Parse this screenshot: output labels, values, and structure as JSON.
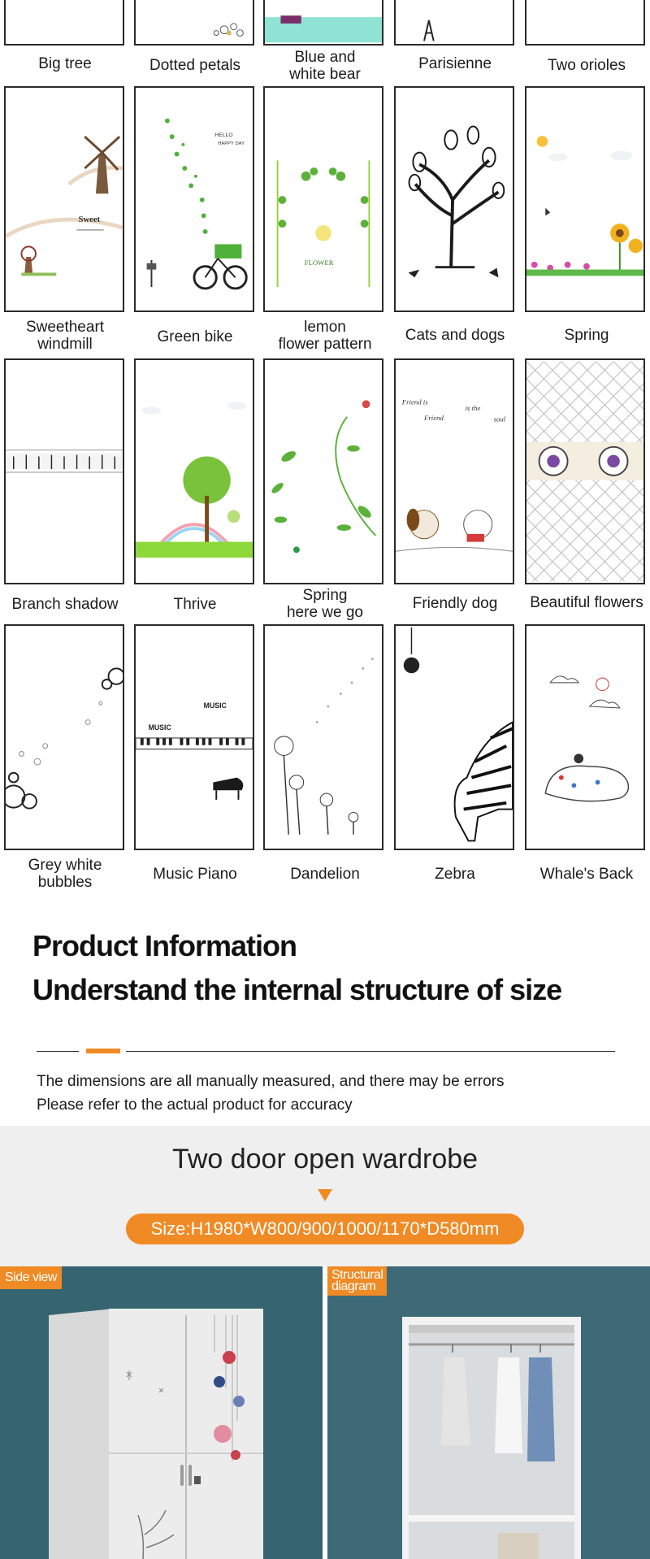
{
  "rows": [
    {
      "captions": [
        "Big tree",
        "Dotted petals",
        "Blue and white bear",
        "Parisienne",
        "Two orioles"
      ]
    },
    {
      "captions": [
        "Sweetheart windmill",
        "Green bike",
        "lemon flower pattern",
        "Cats and dogs",
        "Spring"
      ]
    },
    {
      "captions": [
        "Branch shadow",
        "Thrive",
        "Spring here we go",
        "Friendly dog",
        "Beautiful flowers"
      ]
    },
    {
      "captions": [
        "Grey white bubbles",
        "Music Piano",
        "Dandelion",
        "Zebra",
        "Whale's Back"
      ]
    }
  ],
  "caption_lines": {
    "blue_bear": [
      "Blue and",
      "white bear"
    ],
    "sweetheart": [
      "Sweetheart",
      "windmill"
    ],
    "lemon": [
      "lemon",
      "flower pattern"
    ],
    "spring_go": [
      "Spring",
      "here we go"
    ],
    "bubbles": [
      "Grey white",
      "bubbles"
    ]
  },
  "tile_text": {
    "sweet": "Sweet",
    "hello": "HELLO",
    "happy_day": "HAPPY DAY",
    "flower": "FLOWER",
    "music": "MUSIC",
    "friend_1": "Friend is",
    "friend_2": "Friend",
    "friend_3": "is the",
    "friend_4": "soul"
  },
  "info": {
    "title_1": "Product Information",
    "title_2": "Understand the internal structure of size",
    "note_1": "The dimensions are all manually measured, and there may be errors",
    "note_2": "Please refer to the actual product for accuracy"
  },
  "band": {
    "title": "Two door open wardrobe",
    "size": "Size:H1980*W800/900/1000/1170*D580mm"
  },
  "photos": {
    "side_tag": "Side view",
    "struct_tag_1": "Structural",
    "struct_tag_2": "diagram"
  },
  "colors": {
    "accent": "#f08a24",
    "wall": "#2f5a66",
    "cabinet": "#e8e8e8"
  }
}
